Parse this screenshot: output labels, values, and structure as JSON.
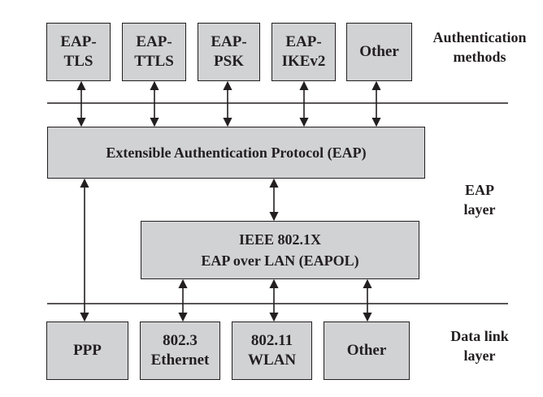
{
  "methods": {
    "tls": "EAP-\nTLS",
    "ttls": "EAP-\nTTLS",
    "psk": "EAP-\nPSK",
    "ikev2": "EAP-\nIKEv2",
    "other": "Other"
  },
  "eap_box": "Extensible Authentication Protocol (EAP)",
  "eapol_box": "IEEE 802.1X\nEAP over LAN (EAPOL)",
  "links": {
    "ppp": "PPP",
    "ethernet": "802.3\nEthernet",
    "wlan": "802.11\nWLAN",
    "other": "Other"
  },
  "layers": {
    "auth": "Authentication\nmethods",
    "eap": "EAP\nlayer",
    "datalink": "Data link\nlayer"
  },
  "colors": {
    "box_fill": "#d1d2d4",
    "stroke": "#231f20"
  }
}
